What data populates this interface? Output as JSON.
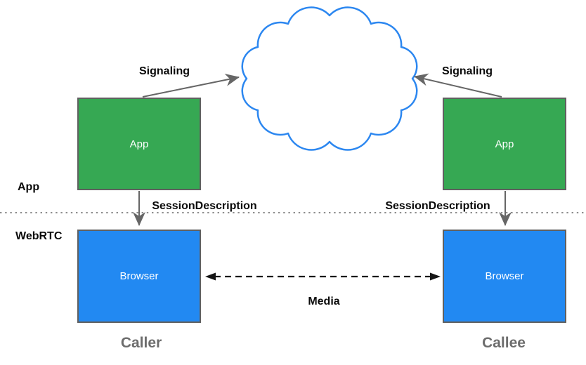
{
  "labels": {
    "layer_app": "App",
    "layer_webrtc": "WebRTC",
    "signaling_left": "Signaling",
    "signaling_right": "Signaling",
    "session_description_left": "SessionDescription",
    "session_description_right": "SessionDescription",
    "media": "Media",
    "caller": "Caller",
    "callee": "Callee"
  },
  "nodes": {
    "caller_app": {
      "label": "App"
    },
    "callee_app": {
      "label": "App"
    },
    "caller_browser": {
      "label": "Browser"
    },
    "callee_browser": {
      "label": "Browser"
    }
  },
  "icons": {
    "cloud": "network-cloud"
  },
  "colors": {
    "app_box_fill": "#36a853",
    "browser_box_fill": "#2289f2",
    "box_border": "#606060",
    "box_text": "#ffffff",
    "cloud_stroke": "#2c87f0",
    "arrow": "#666666",
    "media_arrow": "#151515",
    "divider": "#8c8c8c",
    "footer_label": "#6d6d6d",
    "label_text": "#0a0a0a"
  }
}
